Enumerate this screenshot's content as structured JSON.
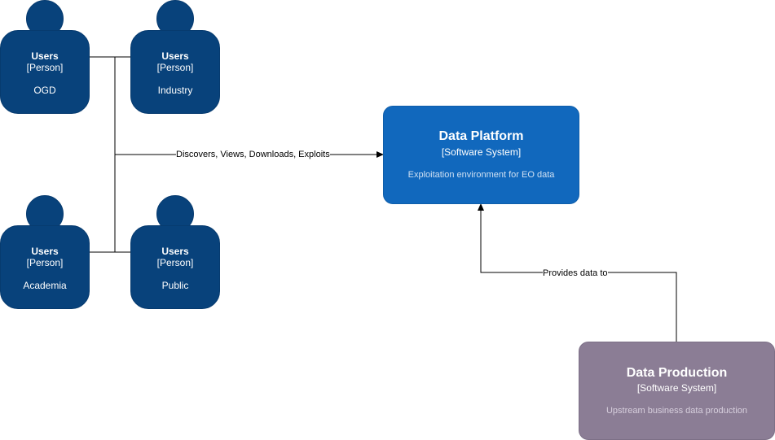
{
  "persons": [
    {
      "id": "ogd",
      "title": "Users",
      "type": "[Person]",
      "label": "OGD"
    },
    {
      "id": "industry",
      "title": "Users",
      "type": "[Person]",
      "label": "Industry"
    },
    {
      "id": "academia",
      "title": "Users",
      "type": "[Person]",
      "label": "Academia"
    },
    {
      "id": "public",
      "title": "Users",
      "type": "[Person]",
      "label": "Public"
    }
  ],
  "systems": {
    "platform": {
      "name": "Data Platform",
      "type": "[Software System]",
      "description": "Exploitation environment for EO data"
    },
    "production": {
      "name": "Data Production",
      "type": "[Software System]",
      "description": "Upstream business data production"
    }
  },
  "edges": {
    "users_to_platform": "Discovers, Views, Downloads, Exploits",
    "production_to_platform": "Provides data to"
  },
  "colors": {
    "person": "#08427b",
    "platform": "#1168bd",
    "production": "#8b7d95",
    "edge": "#000000"
  }
}
